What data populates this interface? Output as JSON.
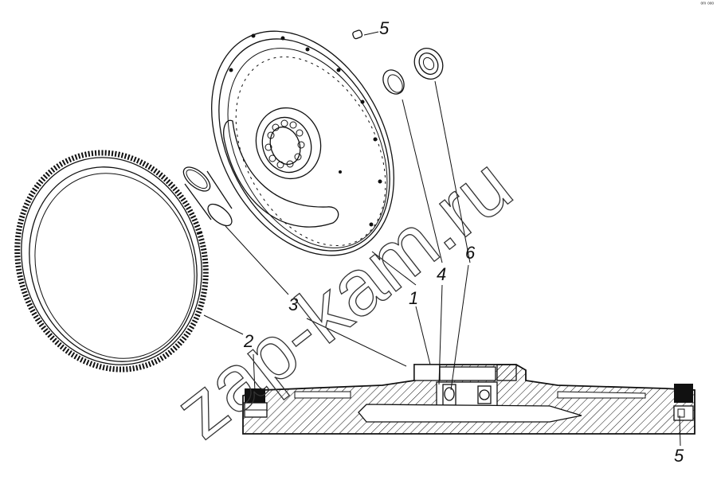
{
  "watermark": "zap-kam.ru",
  "corner_mark": "ᵒᵐ ᵒᵒᵒ",
  "callouts": {
    "c1": "1",
    "c2": "2",
    "c3": "3",
    "c4": "4",
    "c5_top": "5",
    "c5_bottom": "5",
    "c6": "6"
  }
}
